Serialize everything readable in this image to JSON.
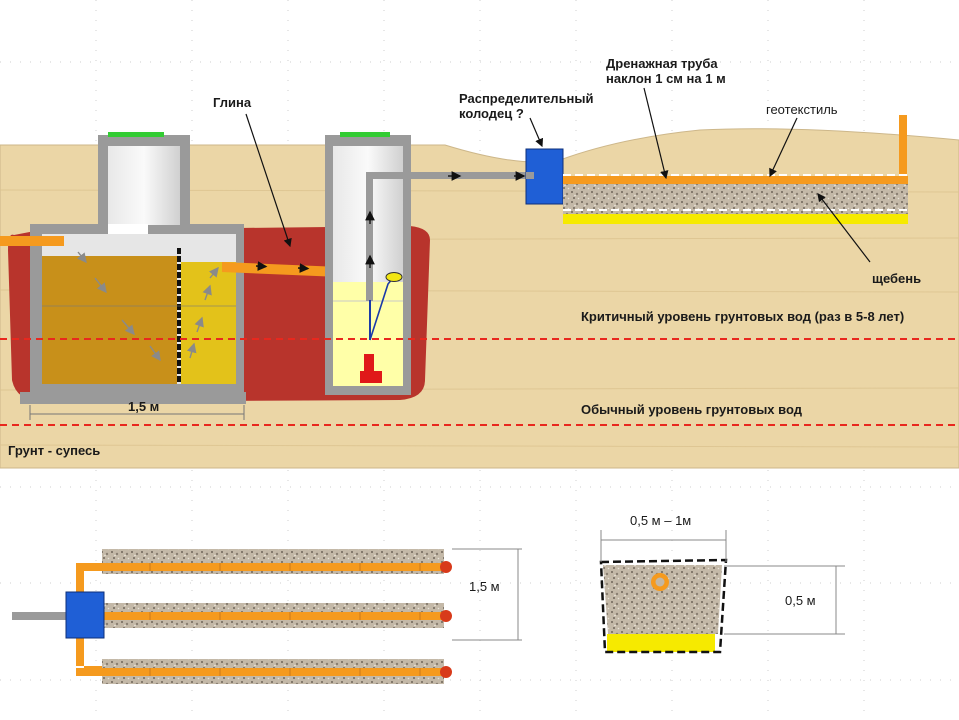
{
  "labels": {
    "clay": "Глина",
    "dist_well": "Распределительный\nколодец ?",
    "drain_pipe": "Дренажная труба\nнаклон 1 см на 1 м",
    "geotextile": "геотекстиль",
    "gravel": "щебень",
    "critical_level": "Критичный уровень грунтовых вод (раз в 5-8 лет)",
    "normal_level": "Обычный уровень грунтовых вод",
    "soil": "Грунт - супесь",
    "width_tank": "1,5 м",
    "spacing": "1,5 м",
    "trench_width": "0,5 м – 1м",
    "trench_depth": "0,5 м"
  },
  "colors": {
    "soil": "#ebd6a6",
    "clay": "#b8342c",
    "concrete": "#9a9a9a",
    "sewage": "#c8901a",
    "settled": "#e3c21a",
    "clear_water": "#ffffa8",
    "pipe": "#f59a1e",
    "distribution_box": "#1f5fd6",
    "gravel": "#c2b7a6",
    "sand": "#f6ea00",
    "water_level": "#e8281e",
    "lid": "#33cc33",
    "pump": "#e01919"
  }
}
